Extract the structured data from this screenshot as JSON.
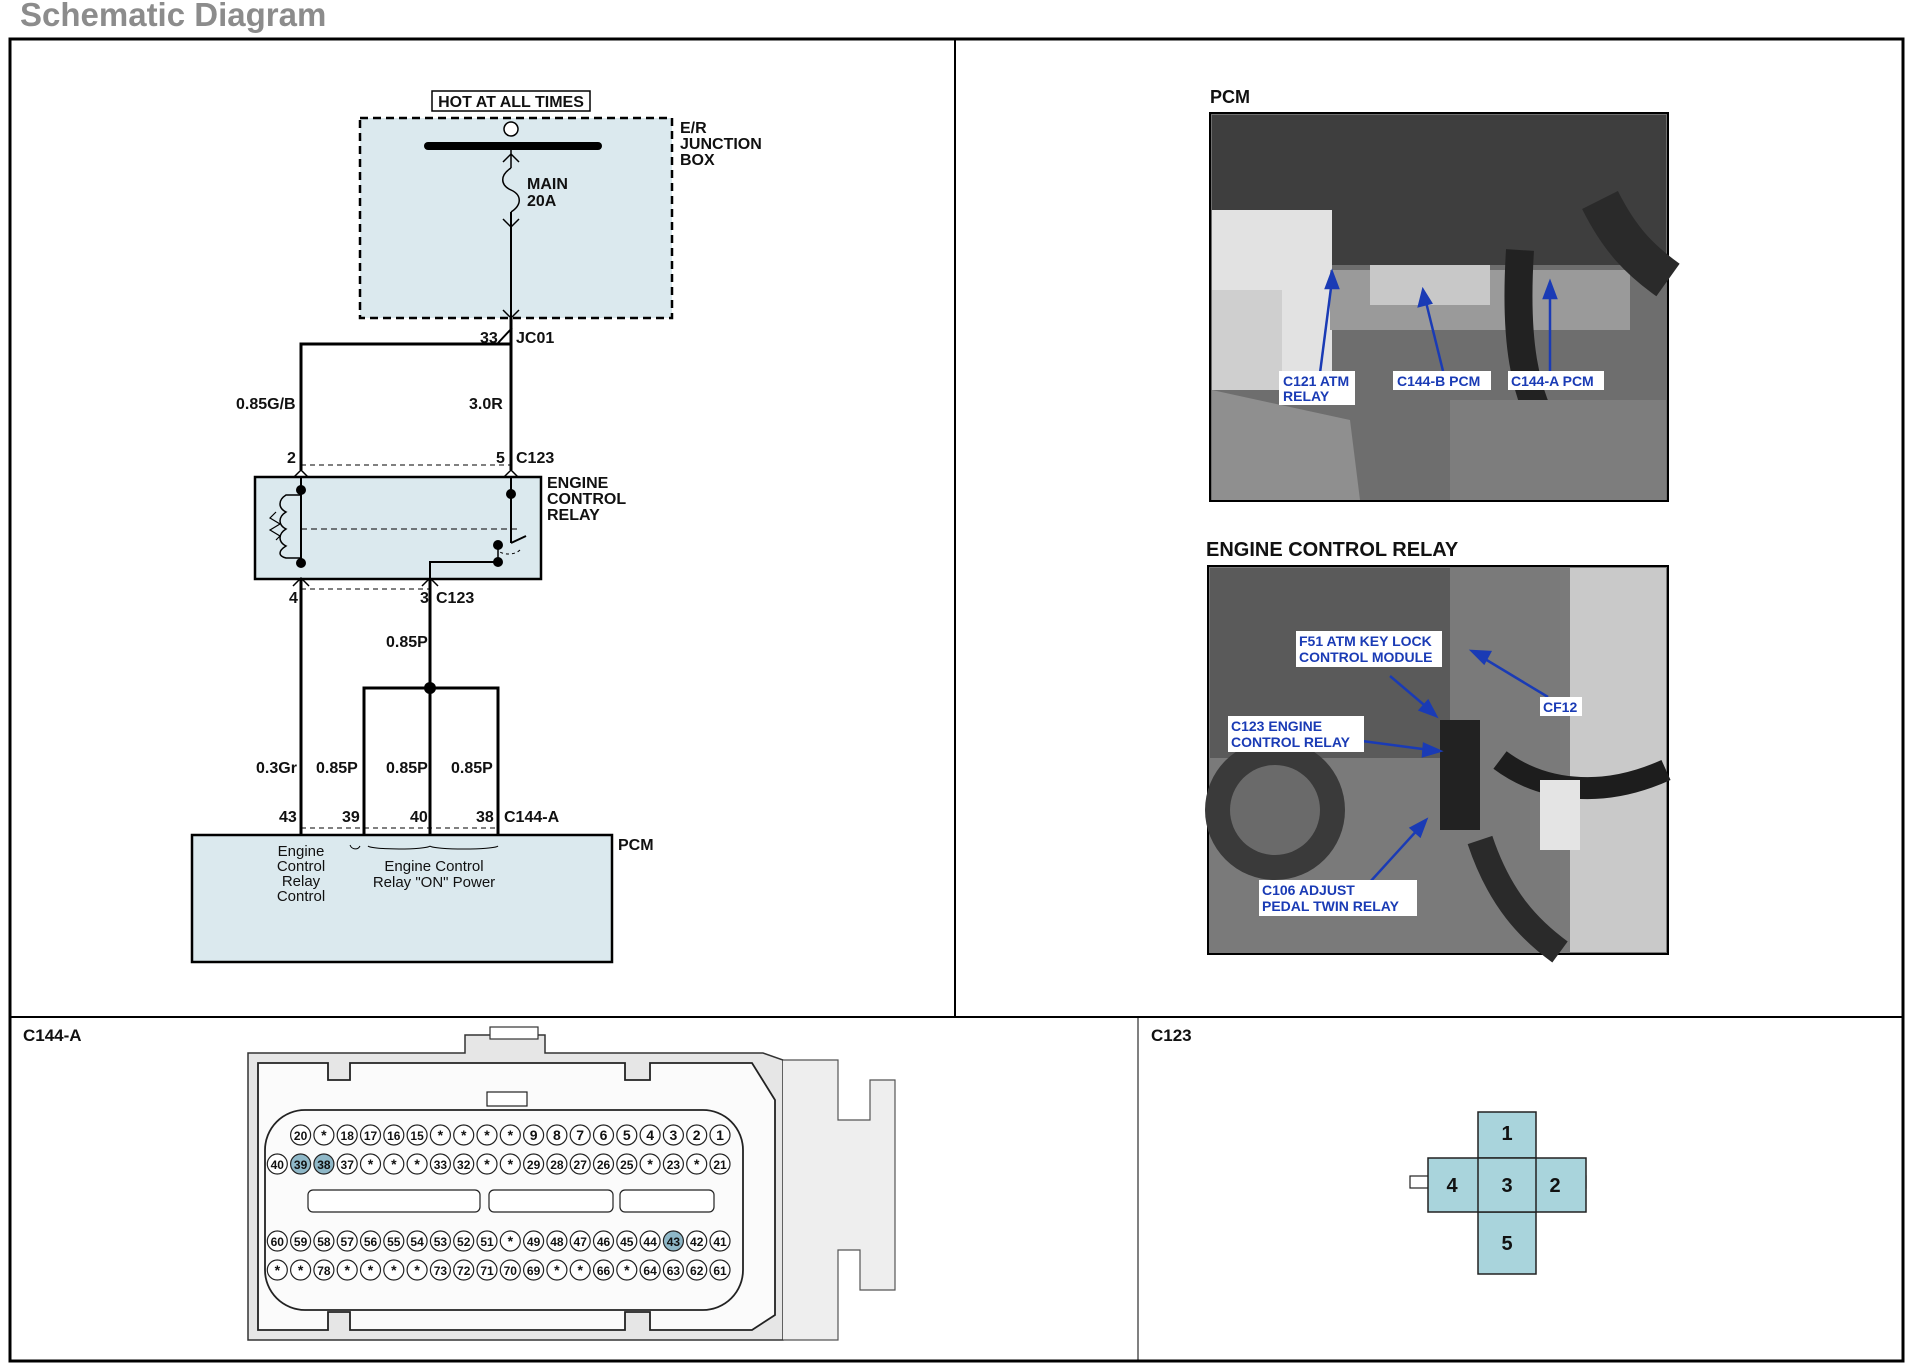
{
  "title": "Schematic Diagram",
  "schematic": {
    "hot_label": "HOT AT ALL TIMES",
    "junction_box": "E/R JUNCTION BOX",
    "fuse": [
      "MAIN",
      "20A"
    ],
    "junction_pin": "33",
    "junction_conn": "JC01",
    "wire_left": "0.85G/B",
    "wire_right": "3.0R",
    "relay_pin_2": "2",
    "relay_pin_5": "5",
    "relay_conn_top": "C123",
    "relay_label": "ENGINE CONTROL RELAY",
    "relay_pin_4": "4",
    "relay_pin_3": "3",
    "relay_conn_bottom": "C123",
    "wire_main_p": "0.85P",
    "wire_gr": "0.3Gr",
    "wire_p1": "0.85P",
    "wire_p2": "0.85P",
    "wire_p3": "0.85P",
    "pcm_pin_43": "43",
    "pcm_pin_39": "39",
    "pcm_pin_40": "40",
    "pcm_pin_38": "38",
    "pcm_conn": "C144-A",
    "pcm_label": "PCM",
    "pcm_func_1": "Engine Control Relay Control",
    "pcm_func_2": "Engine Control Relay \"ON\" Power"
  },
  "photos": {
    "pcm_title": "PCM",
    "pcm_callouts": [
      "C121 ATM RELAY",
      "C144-B PCM",
      "C144-A PCM"
    ],
    "relay_title": "ENGINE CONTROL RELAY",
    "relay_callouts": [
      "F51 ATM KEY LOCK CONTROL MODULE",
      "CF12",
      "C123 ENGINE CONTROL RELAY",
      "C106 ADJUST PEDAL TWIN RELAY"
    ]
  },
  "connector_c144a": {
    "title": "C144-A",
    "rows": [
      [
        "20",
        "*",
        "18",
        "17",
        "16",
        "15",
        "*",
        "*",
        "*",
        "*",
        "9",
        "8",
        "7",
        "6",
        "5",
        "4",
        "3",
        "2",
        "1"
      ],
      [
        "40",
        "39",
        "38",
        "37",
        "*",
        "*",
        "*",
        "33",
        "32",
        "*",
        "*",
        "29",
        "28",
        "27",
        "26",
        "25",
        "*",
        "23",
        "*",
        "21"
      ],
      [
        "60",
        "59",
        "58",
        "57",
        "56",
        "55",
        "54",
        "53",
        "52",
        "51",
        "*",
        "49",
        "48",
        "47",
        "46",
        "45",
        "44",
        "43",
        "42",
        "41"
      ],
      [
        "*",
        "*",
        "78",
        "*",
        "*",
        "*",
        "*",
        "73",
        "72",
        "71",
        "70",
        "69",
        "*",
        "*",
        "66",
        "*",
        "64",
        "63",
        "62",
        "61"
      ]
    ],
    "highlighted": [
      "39",
      "38",
      "43"
    ]
  },
  "connector_c123": {
    "title": "C123",
    "pins": [
      "1",
      "2",
      "3",
      "4",
      "5"
    ]
  },
  "colors": {
    "box_fill": "#dbe9ee",
    "conn_fill": "#a9d4dc",
    "callout_blue": "#1a3bb5",
    "highlight": "#8fb8c8"
  }
}
